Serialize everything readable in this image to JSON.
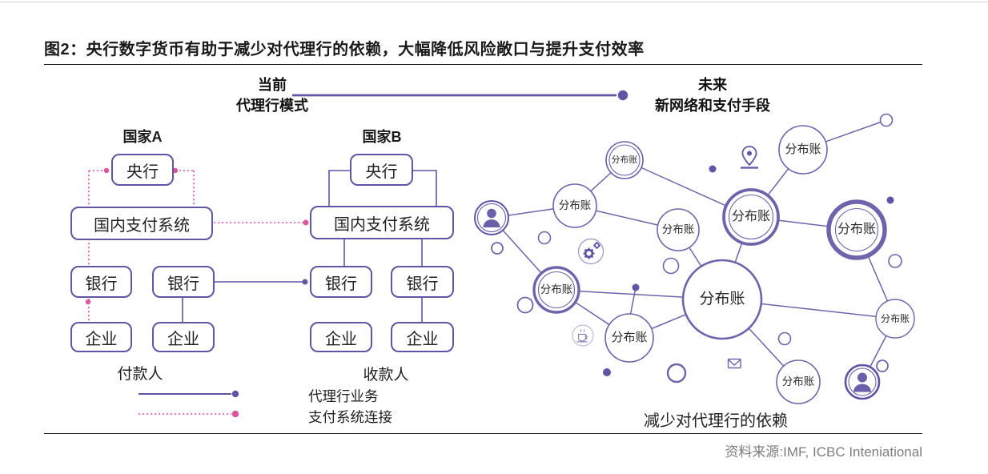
{
  "page": {
    "title": "图2：央行数字货币有助于减少对代理行的依赖，大幅降低风险敞口与提升支付效率",
    "source": "资料来源:IMF, ICBC Inteniational"
  },
  "header": {
    "current_line1": "当前",
    "current_line2": "代理行模式",
    "future_line1": "未来",
    "future_line2": "新网络和支付手段"
  },
  "correspondent_model": {
    "country_a_label": "国家A",
    "country_b_label": "国家B",
    "central_bank": "央行",
    "payment_system": "国内支付系统",
    "bank": "银行",
    "enterprise": "企业",
    "payer_label": "付款人",
    "payee_label": "收款人"
  },
  "legend": {
    "solid_label": "代理行业务",
    "dotted_label": "支付系统连接"
  },
  "future_network": {
    "node_label": "分布账",
    "caption": "减少对代理行的依赖",
    "icons": {
      "person-icon": "👤",
      "location-pin-icon": "📍",
      "gear-icon": "⚙",
      "cup-icon": "☕",
      "envelope-icon": "✉"
    }
  },
  "colors": {
    "purple": "#5f55a4",
    "purple_line": "#6e64ab",
    "pink": "#dd559d",
    "text": "#1a1a1a",
    "muted": "#7d7d7d"
  }
}
